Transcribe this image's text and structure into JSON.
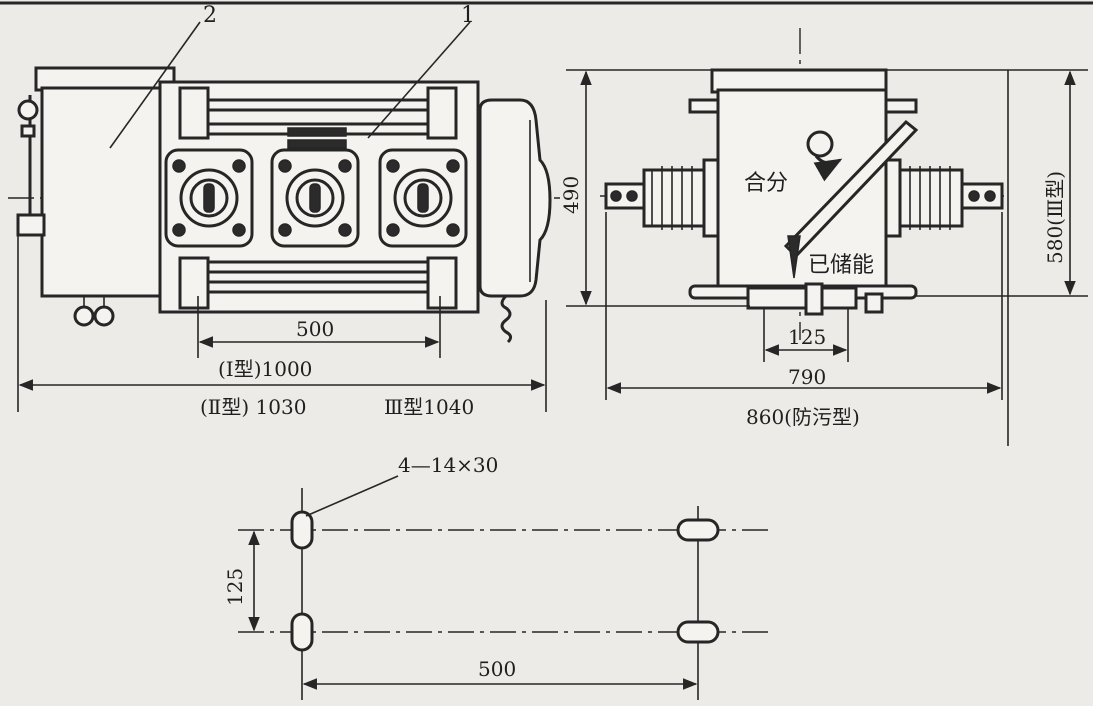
{
  "labels": {
    "part_1": "1",
    "part_2": "2",
    "dim_width_500": "500",
    "dim_type1": "(Ⅰ型)1000",
    "dim_type2": "(Ⅱ型) 1030",
    "dim_type3": "Ⅲ型1040",
    "dim_490": "490",
    "dim_580": "580(Ⅲ型)",
    "dim_125_side": "125",
    "dim_790": "790",
    "dim_860": "860(防污型)",
    "close_open": "合分",
    "stored_energy": "已储能",
    "holes": "4—14×30",
    "dim_125_plate": "125",
    "dim_500_plate": "500"
  }
}
